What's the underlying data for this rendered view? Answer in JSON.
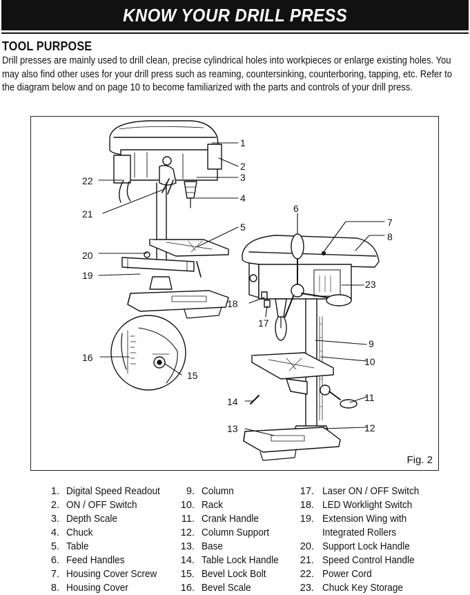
{
  "header": {
    "title": "KNOW YOUR DRILL PRESS"
  },
  "section": {
    "title": "TOOL PURPOSE",
    "lines": [
      "Drill presses are mainly used to drill clean, precise cylindrical holes into workpieces or enlarge existing holes. You",
      "may also find other uses for your drill press such as reaming, countersinking, counterboring, tapping, etc. Refer to",
      "the diagram below and on page 10 to become familiarized with the parts and controls of your drill press."
    ]
  },
  "figure": {
    "label": "Fig. 2",
    "callouts": [
      "1",
      "2",
      "3",
      "4",
      "5",
      "6",
      "7",
      "8",
      "9",
      "10",
      "11",
      "12",
      "13",
      "14",
      "15",
      "16",
      "17",
      "18",
      "19",
      "20",
      "21",
      "22",
      "23"
    ]
  },
  "parts": {
    "col1": [
      {
        "num": "1.",
        "name": "Digital Speed Readout"
      },
      {
        "num": "2.",
        "name": "ON / OFF Switch"
      },
      {
        "num": "3.",
        "name": "Depth Scale"
      },
      {
        "num": "4.",
        "name": "Chuck"
      },
      {
        "num": "5.",
        "name": "Table"
      },
      {
        "num": "6.",
        "name": "Feed Handles"
      },
      {
        "num": "7.",
        "name": "Housing Cover Screw"
      },
      {
        "num": "8.",
        "name": "Housing Cover"
      }
    ],
    "col2": [
      {
        "num": "9.",
        "name": "Column"
      },
      {
        "num": "10.",
        "name": "Rack"
      },
      {
        "num": "11.",
        "name": "Crank Handle"
      },
      {
        "num": "12.",
        "name": "Column Support"
      },
      {
        "num": "13.",
        "name": "Base"
      },
      {
        "num": "14.",
        "name": "Table Lock Handle"
      },
      {
        "num": "15.",
        "name": "Bevel Lock Bolt"
      },
      {
        "num": "16.",
        "name": "Bevel Scale"
      }
    ],
    "col3": [
      {
        "num": "17.",
        "name": "Laser ON / OFF Switch"
      },
      {
        "num": "18.",
        "name": "LED Worklight Switch"
      },
      {
        "num": "19.",
        "name": "Extension Wing with"
      },
      {
        "num": "",
        "name": "Integrated Rollers"
      },
      {
        "num": "20.",
        "name": "Support Lock Handle"
      },
      {
        "num": "21.",
        "name": "Speed Control Handle"
      },
      {
        "num": "22.",
        "name": "Power Cord"
      },
      {
        "num": "23.",
        "name": "Chuck Key Storage"
      }
    ]
  }
}
